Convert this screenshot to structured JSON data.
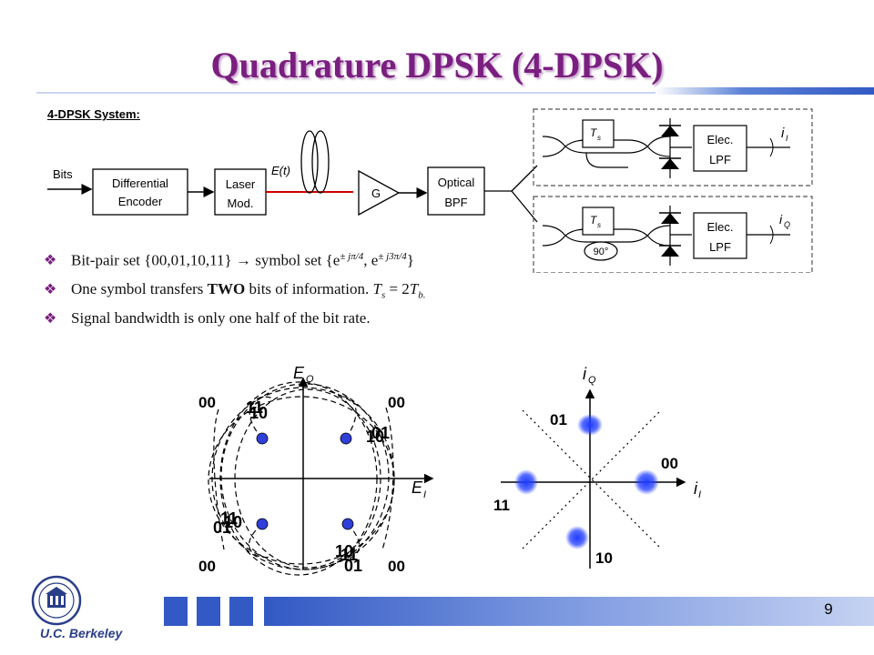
{
  "slide": {
    "title": "Quadrature DPSK (4-DPSK)",
    "section_label": "4-DPSK System:",
    "page_number": "9",
    "institution": "U.C. Berkeley"
  },
  "diagram": {
    "bits_label": "Bits",
    "differential_encoder": [
      "Differential",
      "Encoder"
    ],
    "laser_mod": [
      "Laser",
      "Mod."
    ],
    "field_label": "E(t)",
    "amplifier": "G",
    "optical_bpf": [
      "Optical",
      "BPF"
    ],
    "delay_label": "T",
    "delay_sub": "s",
    "phase_shift": "90°",
    "elec_lpf": [
      "Elec.",
      "LPF"
    ],
    "output_i": "i",
    "output_i_sub": "I",
    "output_q": "i",
    "output_q_sub": "Q"
  },
  "bullets": [
    {
      "text": "Bit-pair set {00,01,10,11} ",
      "arrow": "→",
      "text2": " symbol set {e",
      "sup1": "± jπ/4",
      "mid": ", e",
      "sup2": "± j3π/4",
      "end": "}"
    },
    {
      "pre": "One symbol transfers ",
      "bold": "TWO",
      "post": " bits of information. ",
      "var": "T",
      "sub": "s",
      "eq": " = 2",
      "var2": "T",
      "sub2": "b."
    },
    {
      "text": "Signal bandwidth is only one half of the bit rate."
    }
  ],
  "constellation_left": {
    "axis_x": "E",
    "axis_x_sub": "I",
    "axis_y": "E",
    "axis_y_sub": "Q",
    "corner_labels": [
      "00",
      "00",
      "00",
      "00"
    ],
    "overlaps": {
      "top_left": [
        "11",
        "10"
      ],
      "top_right": [
        "10",
        "01"
      ],
      "bottom_left": [
        "11",
        "10",
        "01"
      ],
      "bottom_right": [
        "10",
        "11",
        "01"
      ]
    },
    "point_color": "#2f3fd8"
  },
  "constellation_right": {
    "axis_x": "i",
    "axis_x_sub": "I",
    "axis_y": "i",
    "axis_y_sub": "Q",
    "cluster_labels": {
      "top": "01",
      "right": "00",
      "left": "11",
      "bottom": "10"
    },
    "cluster_color": "#1f3cff"
  },
  "colors": {
    "title": "#7a1f80",
    "accent_blue": "#3259c4",
    "bullet_mark": "#7a1f80"
  }
}
